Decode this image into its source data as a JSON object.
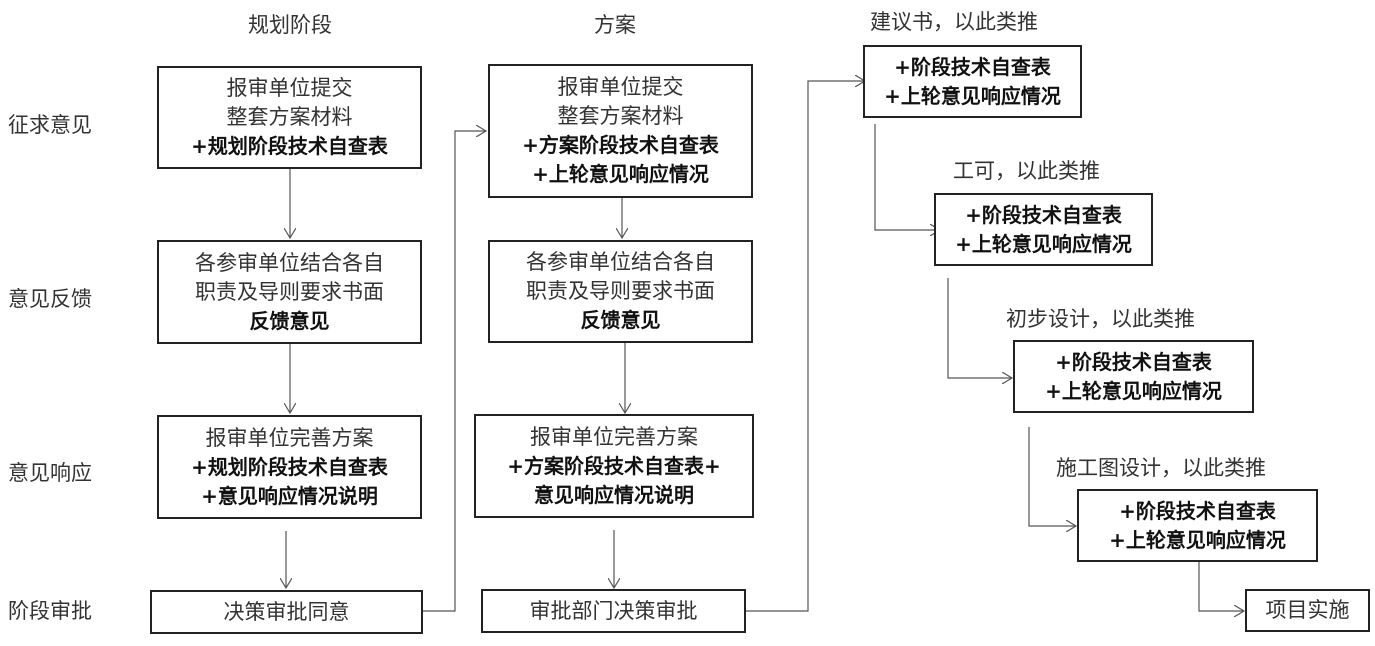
{
  "column_headers": {
    "planning": "规划阶段",
    "scheme": "方案"
  },
  "row_labels": [
    "征求意见",
    "意见反馈",
    "意见响应",
    "阶段审批"
  ],
  "planning_column": {
    "submit": [
      "报审单位提交",
      "整套方案材料",
      "+规划阶段技术自查表"
    ],
    "feedback": [
      "各参审单位结合各自",
      "职责及导则要求书面",
      "反馈意见"
    ],
    "response": [
      "报审单位完善方案",
      "+规划阶段技术自查表",
      "+意见响应情况说明"
    ],
    "approval": "决策审批同意"
  },
  "scheme_column": {
    "submit": [
      "报审单位提交",
      "整套方案材料",
      "+方案阶段技术自查表",
      "+上轮意见响应情况"
    ],
    "feedback": [
      "各参审单位结合各自",
      "职责及导则要求书面",
      "反馈意见"
    ],
    "response": [
      "报审单位完善方案",
      "+方案阶段技术自查表+",
      "意见响应情况说明"
    ],
    "approval": "审批部门决策审批"
  },
  "later_stages": [
    {
      "caption": "建议书，以此类推",
      "lines": [
        "+阶段技术自查表",
        "+上轮意见响应情况"
      ]
    },
    {
      "caption": "工可，以此类推",
      "lines": [
        "+阶段技术自查表",
        "+上轮意见响应情况"
      ]
    },
    {
      "caption": "初步设计，以此类推",
      "lines": [
        "+阶段技术自查表",
        "+上轮意见响应情况"
      ]
    },
    {
      "caption": "施工图设计，以此类推",
      "lines": [
        "+阶段技术自查表",
        "+上轮意见响应情况"
      ]
    }
  ],
  "final_step": "项目实施"
}
